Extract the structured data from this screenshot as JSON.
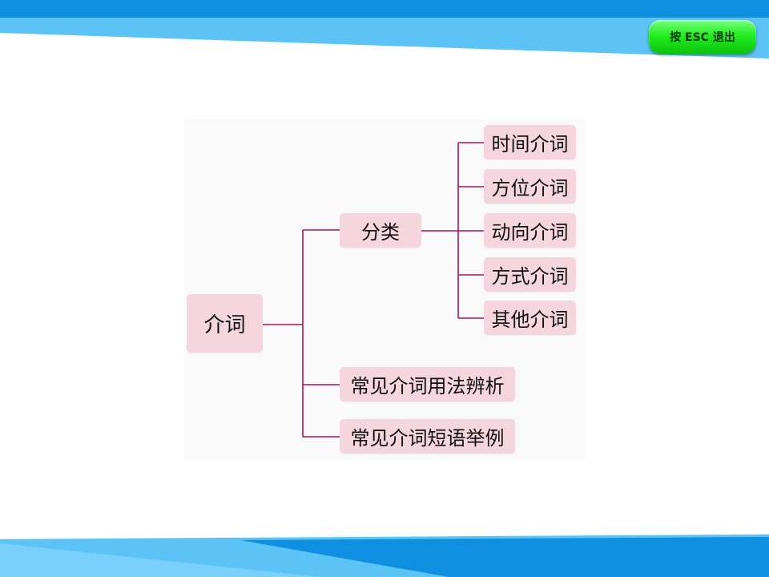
{
  "header": {
    "exit_button_label": "按 ESC 退出"
  },
  "mindmap": {
    "root": "介词",
    "classification": {
      "label": "分类",
      "children": [
        "时间介词",
        "方位介词",
        "动向介词",
        "方式介词",
        "其他介词"
      ]
    },
    "topics": [
      "常见介词用法辨析",
      "常见介词短语举例"
    ]
  },
  "colors": {
    "banner_dark": "#0f8fe0",
    "banner_light": "#5cc3f7",
    "node_fill": "#f5d6df",
    "connector": "#a0195a",
    "button_green": "#22ee22"
  }
}
